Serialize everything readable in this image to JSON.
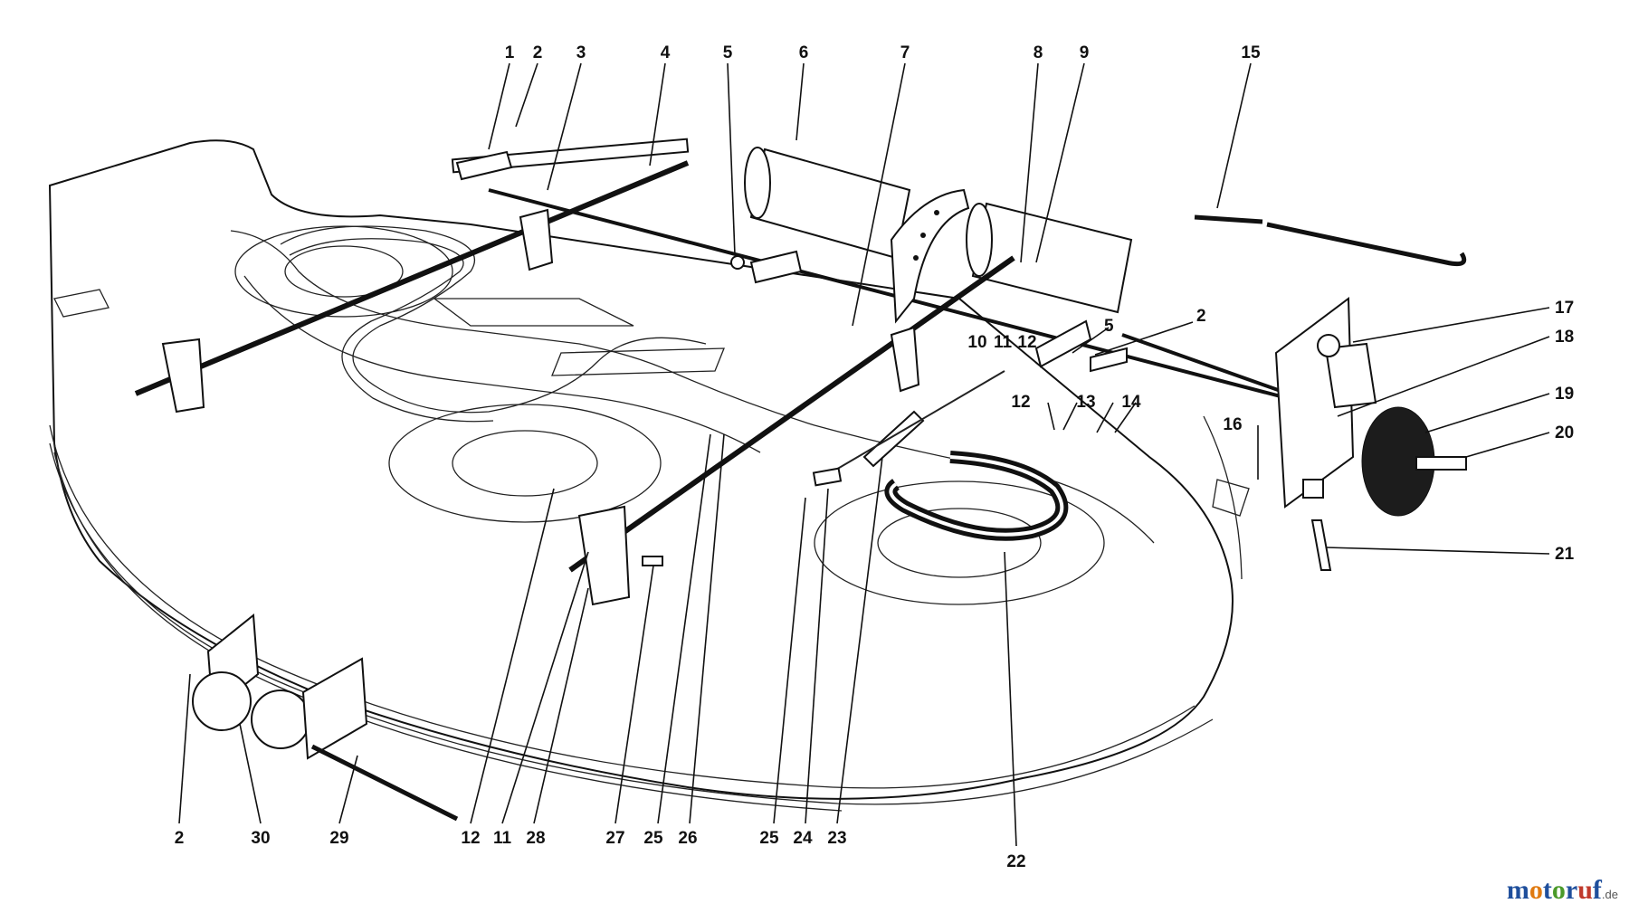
{
  "callouts": [
    {
      "id": "c1",
      "label": "1"
    },
    {
      "id": "c2a",
      "label": "2"
    },
    {
      "id": "c3",
      "label": "3"
    },
    {
      "id": "c4",
      "label": "4"
    },
    {
      "id": "c5a",
      "label": "5"
    },
    {
      "id": "c6",
      "label": "6"
    },
    {
      "id": "c7",
      "label": "7"
    },
    {
      "id": "c8",
      "label": "8"
    },
    {
      "id": "c9",
      "label": "9"
    },
    {
      "id": "c15",
      "label": "15"
    },
    {
      "id": "c17",
      "label": "17"
    },
    {
      "id": "c18",
      "label": "18"
    },
    {
      "id": "c19",
      "label": "19"
    },
    {
      "id": "c20",
      "label": "20"
    },
    {
      "id": "c21",
      "label": "21"
    },
    {
      "id": "c2b",
      "label": "2"
    },
    {
      "id": "c5b",
      "label": "5"
    },
    {
      "id": "c10",
      "label": "10"
    },
    {
      "id": "c11a",
      "label": "11"
    },
    {
      "id": "c12a",
      "label": "12"
    },
    {
      "id": "c12b",
      "label": "12"
    },
    {
      "id": "c13",
      "label": "13"
    },
    {
      "id": "c14",
      "label": "14"
    },
    {
      "id": "c16",
      "label": "16"
    },
    {
      "id": "c2c",
      "label": "2"
    },
    {
      "id": "c30",
      "label": "30"
    },
    {
      "id": "c29",
      "label": "29"
    },
    {
      "id": "c12c",
      "label": "12"
    },
    {
      "id": "c11b",
      "label": "11"
    },
    {
      "id": "c28",
      "label": "28"
    },
    {
      "id": "c27",
      "label": "27"
    },
    {
      "id": "c25a",
      "label": "25"
    },
    {
      "id": "c26",
      "label": "26"
    },
    {
      "id": "c25b",
      "label": "25"
    },
    {
      "id": "c24",
      "label": "24"
    },
    {
      "id": "c23",
      "label": "23"
    },
    {
      "id": "c22",
      "label": "22"
    }
  ],
  "watermark": {
    "parts": [
      {
        "text": "m",
        "color": "#1f4f9c"
      },
      {
        "text": "o",
        "color": "#e07a10"
      },
      {
        "text": "t",
        "color": "#1f4f9c"
      },
      {
        "text": "o",
        "color": "#4a9a2a"
      },
      {
        "text": "r",
        "color": "#1f4f9c"
      },
      {
        "text": "u",
        "color": "#c0392b"
      },
      {
        "text": "f",
        "color": "#1f4f9c"
      }
    ],
    "suffix": ".de"
  }
}
